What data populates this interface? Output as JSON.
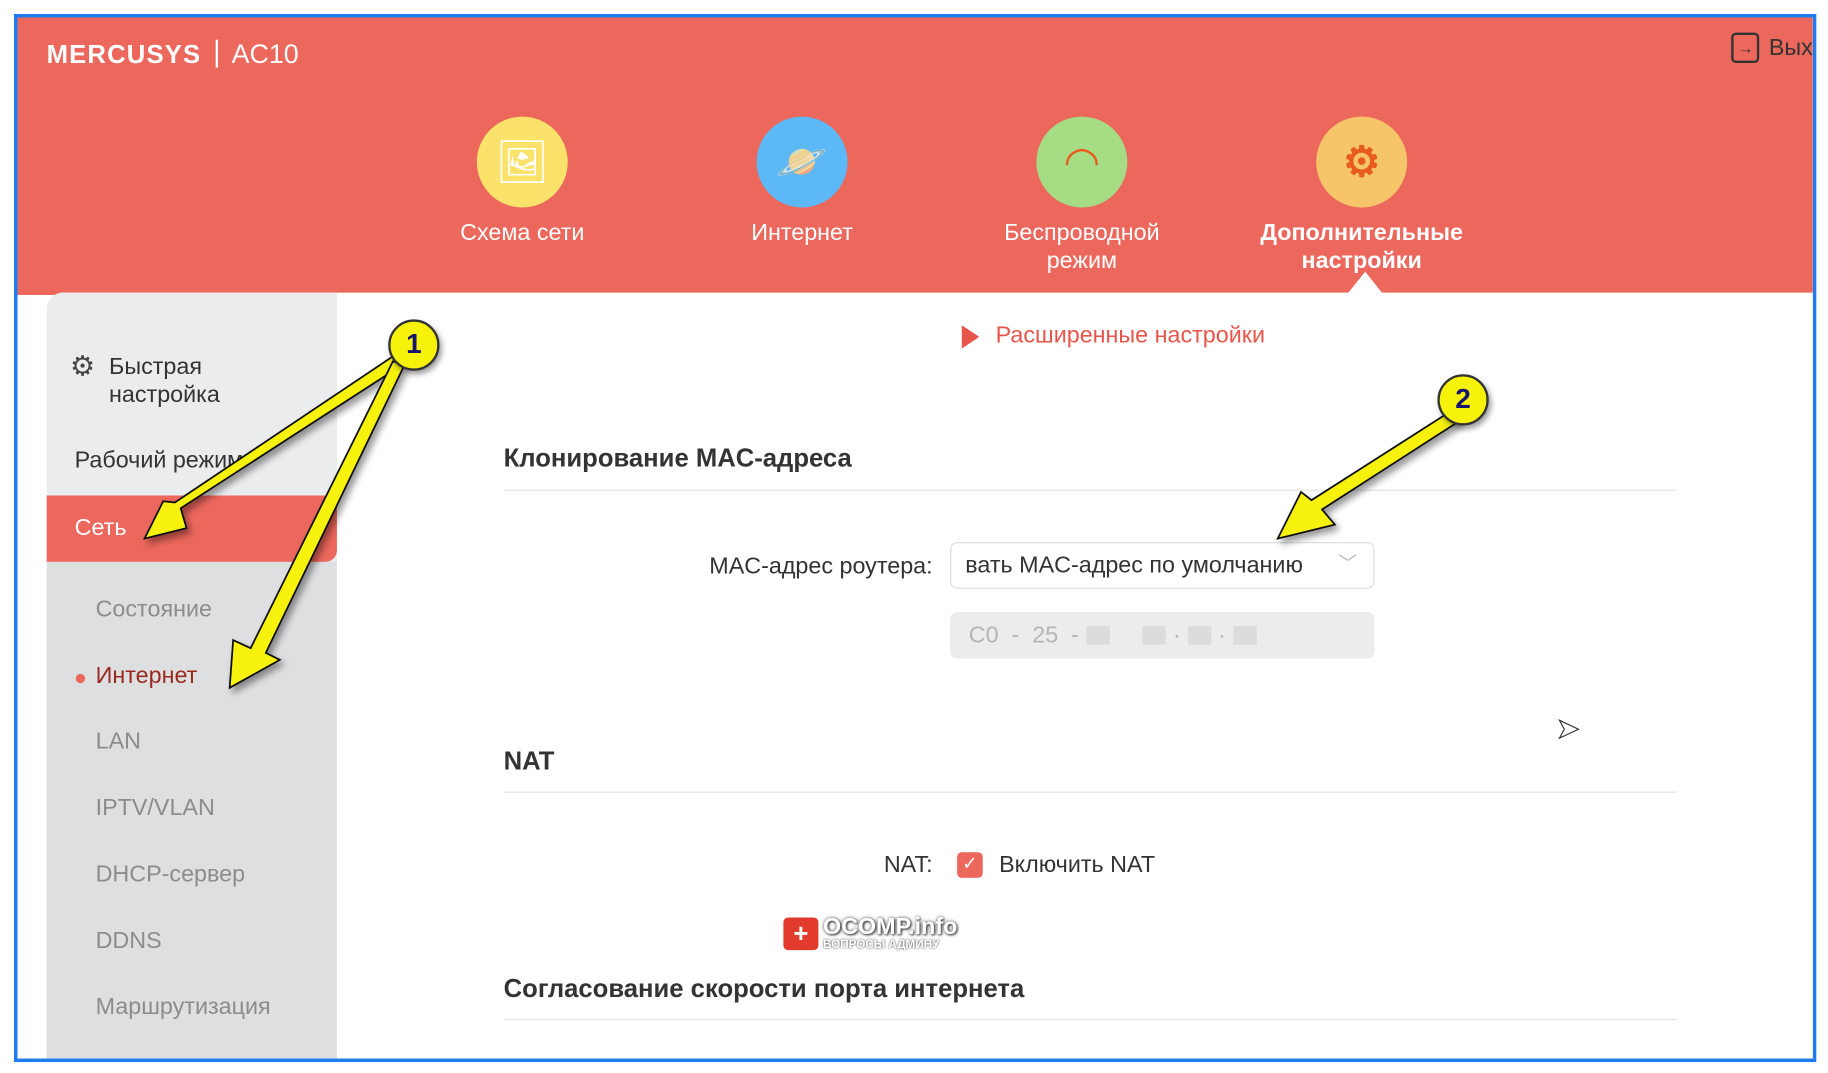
{
  "header": {
    "brand": "MERCUSYS",
    "model": "AC10",
    "logout_label": "Вых"
  },
  "nav": [
    {
      "label": "Схема сети",
      "icon": "network-map-icon",
      "color": "#fbe26a"
    },
    {
      "label": "Интернет",
      "icon": "planet-icon",
      "color": "#5db8f7"
    },
    {
      "label": "Беспроводной режим",
      "icon": "wifi-icon",
      "color": "#a6dc84"
    },
    {
      "label": "Дополнительные настройки",
      "icon": "gear-icon",
      "color": "#f6c56a"
    }
  ],
  "sidebar": {
    "quick_setup": "Быстрая настройка",
    "work_mode": "Рабочий режим",
    "network": "Сеть",
    "sub": [
      "Состояние",
      "Интернет",
      "LAN",
      "IPTV/VLAN",
      "DHCP-сервер",
      "DDNS",
      "Маршрутизация"
    ]
  },
  "breadcrumb": "Расширенные настройки",
  "mac_section": {
    "title": "Клонирование MAC-адреса",
    "label": "MAC-адрес роутера:",
    "select_value": "вать MAC-адрес по умолчанию",
    "mac_part1": "C0",
    "mac_part2": "25"
  },
  "nat_section": {
    "title": "NAT",
    "label": "NAT:",
    "checkbox_label": "Включить NAT",
    "checked": true
  },
  "speed_section": {
    "title": "Согласование скорости порта интернета"
  },
  "annotations": [
    "1",
    "2"
  ],
  "watermark": {
    "title": "OCOMP.info",
    "subtitle": "ВОПРОСЫ АДМИНУ"
  },
  "colors": {
    "accent": "#ec675c",
    "frame": "#1e7cf0",
    "arrow": "#f6f20a"
  }
}
